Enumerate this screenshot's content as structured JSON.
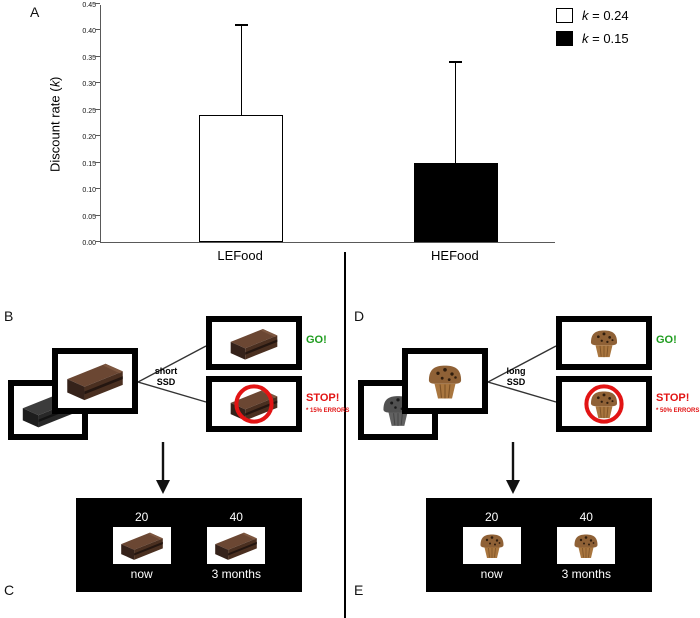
{
  "figure": {
    "panel_a_label": "A"
  },
  "chart_data": {
    "type": "bar",
    "categories": [
      "LEFood",
      "HEFood"
    ],
    "values": [
      0.24,
      0.15
    ],
    "error_upper": [
      0.41,
      0.34
    ],
    "bar_colors": [
      "#ffffff",
      "#000000"
    ],
    "bar_border": "#000000",
    "ylabel_pre": "Discount rate (",
    "ylabel_symbol": "k",
    "ylabel_post": ")",
    "ylim": [
      0,
      0.45
    ],
    "yticks": [
      "0.00",
      "0.05",
      "0.10",
      "0.15",
      "0.20",
      "0.25",
      "0.30",
      "0.35",
      "0.40",
      "0.45"
    ],
    "grid": false,
    "legend_position": "top-right",
    "legend": [
      {
        "swatch": "#ffffff",
        "symbol": "k",
        "text": " = 0.24"
      },
      {
        "swatch": "#000000",
        "symbol": "k",
        "text": " = 0.15"
      }
    ]
  },
  "left_task": {
    "panel_label": "B",
    "ssd_label": "short\nSSD",
    "go_label": "GO!",
    "stop_label": "STOP!",
    "errors_label": "* 15% ERRORS",
    "food": "cake-slice",
    "choice_panel_label": "C",
    "choice": {
      "amount_now": "20",
      "amount_later": "40",
      "delay_now": "now",
      "delay_later": "3 months"
    }
  },
  "right_task": {
    "panel_label": "D",
    "ssd_label": "long\nSSD",
    "go_label": "GO!",
    "stop_label": "STOP!",
    "errors_label": "* 50% ERRORS",
    "food": "muffin",
    "choice_panel_label": "E",
    "choice": {
      "amount_now": "20",
      "amount_later": "40",
      "delay_now": "now",
      "delay_later": "3 months"
    }
  },
  "colors": {
    "go_green": "#1e9c1e",
    "stop_red": "#e21414",
    "no_sign_red": "#e21414"
  }
}
